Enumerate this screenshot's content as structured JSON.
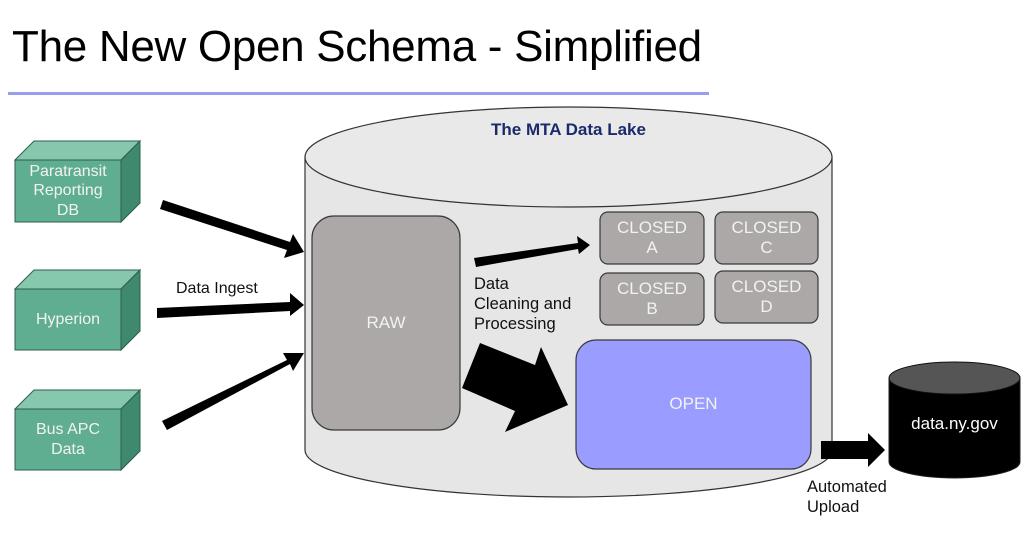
{
  "title": "The New Open Schema - Simplified",
  "colors": {
    "title_rule": "#9a9cf0",
    "source_box_front": "#5fae91",
    "source_box_top": "#86c8ae",
    "source_box_side": "#3f8a6e",
    "lake_fill": "#e6e6e6",
    "raw_fill": "#aba8a7",
    "closed_fill": "#aba8a7",
    "open_fill": "#9a9cff",
    "lake_title": "#1b2a6b",
    "destination_fill": "#000000"
  },
  "sources": [
    {
      "label": "Paratransit Reporting DB",
      "lines": [
        "Paratransit",
        "Reporting",
        "DB"
      ]
    },
    {
      "label": "Hyperion",
      "lines": [
        "Hyperion"
      ]
    },
    {
      "label": "Bus APC Data",
      "lines": [
        "Bus APC",
        "Data"
      ]
    }
  ],
  "ingest_label": "Data Ingest",
  "lake": {
    "title": "The MTA Data Lake",
    "raw_label": "RAW",
    "processing_label": [
      "Data",
      "Cleaning and",
      "Processing"
    ],
    "closed": [
      {
        "label": "CLOSED",
        "letter": "A"
      },
      {
        "label": "CLOSED",
        "letter": "B"
      },
      {
        "label": "CLOSED",
        "letter": "C"
      },
      {
        "label": "CLOSED",
        "letter": "D"
      }
    ],
    "open_label": "OPEN"
  },
  "upload_label": [
    "Automated",
    "Upload"
  ],
  "destination": {
    "label": "data.ny.gov"
  }
}
